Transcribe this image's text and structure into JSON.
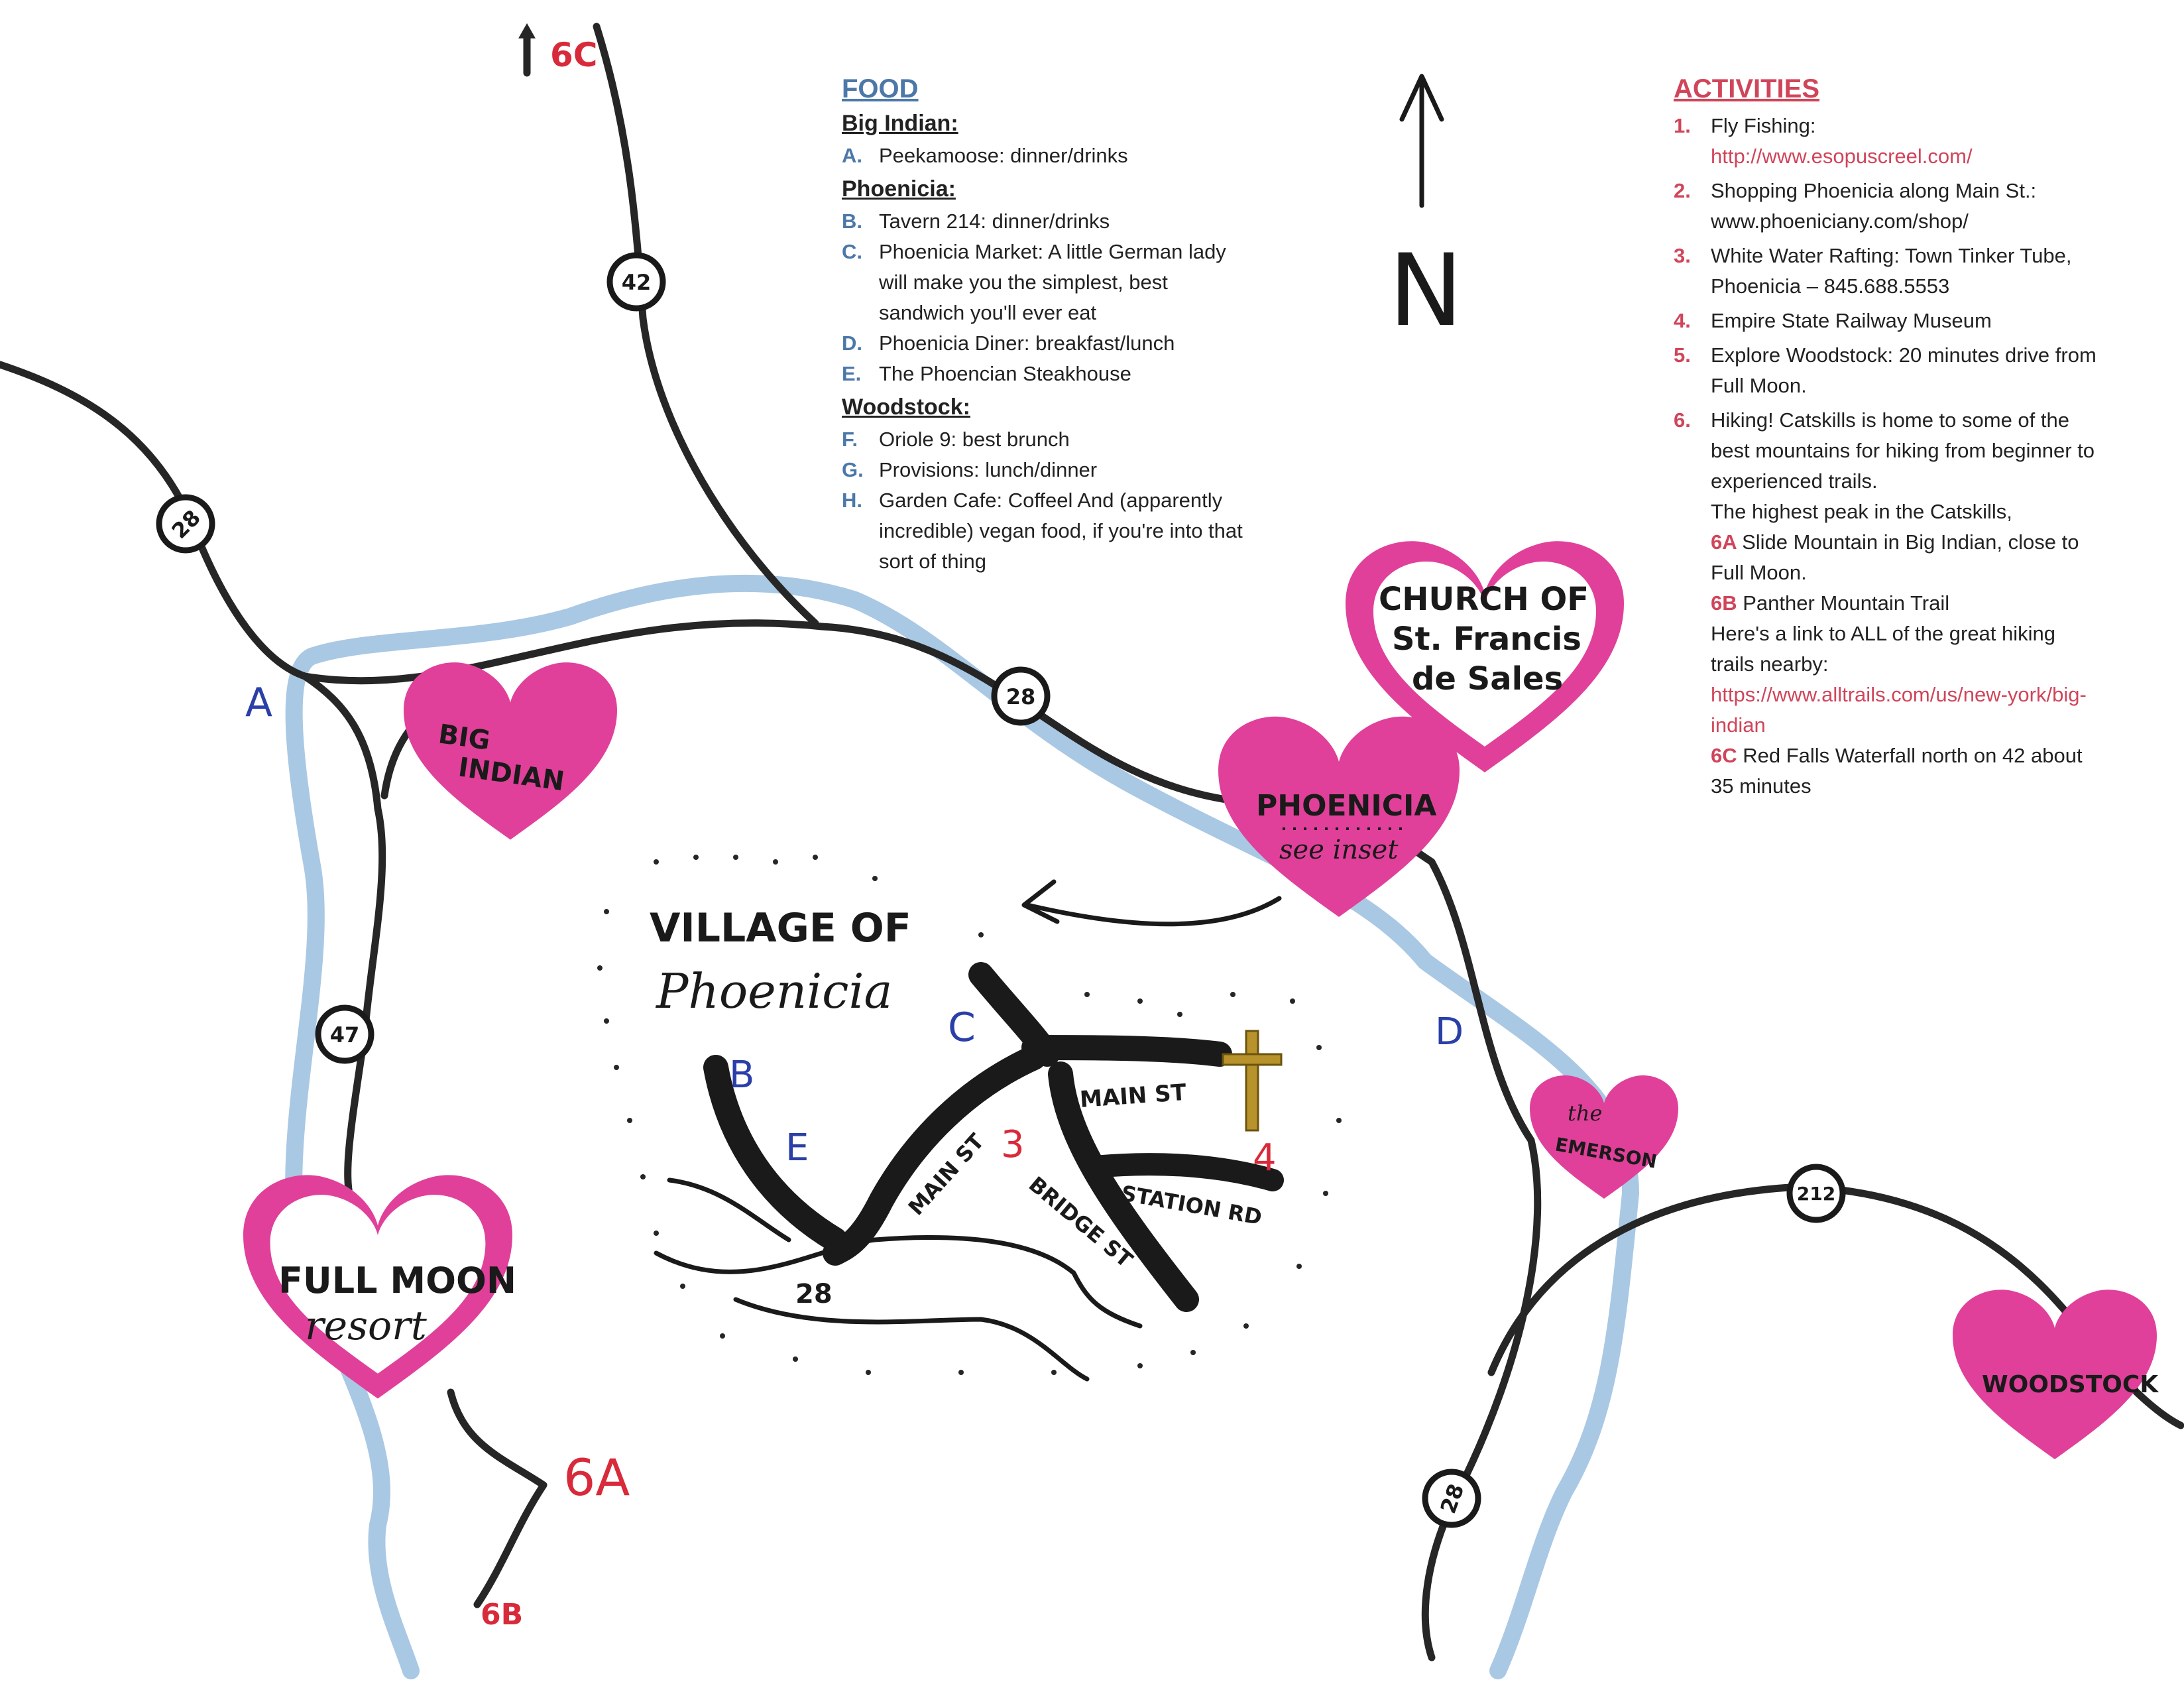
{
  "colors": {
    "heart": "#e0409a",
    "river": "#a9c8e4",
    "road": "#262626",
    "food_accent": "#4b78a8",
    "activity_accent": "#d0455a",
    "marker_blue": "#2b3fa8",
    "marker_red": "#d82a3a"
  },
  "food": {
    "title": "FOOD",
    "sections": [
      {
        "name": "Big Indian:",
        "items": [
          {
            "key": "A.",
            "text": "Peekamoose: dinner/drinks"
          }
        ]
      },
      {
        "name": "Phoenicia:",
        "items": [
          {
            "key": "B.",
            "text": "Tavern 214: dinner/drinks"
          },
          {
            "key": "C.",
            "text": "Phoenicia Market: A little German lady will make you the simplest, best sandwich you'll ever eat"
          },
          {
            "key": "D.",
            "text": "Phoenicia Diner: breakfast/lunch"
          },
          {
            "key": "E.",
            "text": "The Phoencian Steakhouse"
          }
        ]
      },
      {
        "name": "Woodstock:",
        "items": [
          {
            "key": "F.",
            "text": "Oriole 9: best brunch"
          },
          {
            "key": "G.",
            "text": "Provisions: lunch/dinner"
          },
          {
            "key": "H.",
            "text": "Garden Cafe: Coffeel And (apparently incredible) vegan food, if you're into that sort of thing"
          }
        ]
      }
    ]
  },
  "activities": {
    "title": "ACTIVITIES",
    "items": [
      {
        "key": "1.",
        "lines": [
          {
            "text": "Fly Fishing:"
          },
          {
            "text": "http://www.esopuscreel.com/",
            "link": true
          }
        ]
      },
      {
        "key": "2.",
        "lines": [
          {
            "text": "Shopping Phoenicia along Main St.: www.phoeniciany.com/shop/"
          }
        ]
      },
      {
        "key": "3.",
        "lines": [
          {
            "text": "White Water Rafting: Town Tinker Tube, Phoenicia – 845.688.5553"
          }
        ]
      },
      {
        "key": "4.",
        "lines": [
          {
            "text": "Empire State Railway Museum"
          }
        ]
      },
      {
        "key": "5.",
        "lines": [
          {
            "text": "Explore Woodstock: 20 minutes drive from Full Moon."
          }
        ]
      },
      {
        "key": "6.",
        "lines": [
          {
            "text": "Hiking! Catskills is home to some of the best mountains for hiking from beginner to experienced trails."
          },
          {
            "text": "The highest peak in the Catskills,"
          },
          {
            "tag": "6A",
            "text": "Slide Mountain in Big Indian, close to Full Moon."
          },
          {
            "tag": "6B",
            "text": "Panther Mountain Trail"
          },
          {
            "text": "Here's a link to ALL of the great hiking trails nearby:"
          },
          {
            "text": "https://www.alltrails.com/us/new-york/big-indian",
            "link": true
          },
          {
            "tag": "6C",
            "text": "Red Falls Waterfall north on 42 about 35 minutes"
          }
        ]
      }
    ]
  },
  "map": {
    "north": "N",
    "hearts": {
      "big_indian": [
        "BIG",
        "INDIAN"
      ],
      "church": [
        "CHURCH OF",
        "St. Francis",
        "de Sales"
      ],
      "phoenicia": [
        "PHOENICIA",
        "see inset"
      ],
      "emerson": [
        "the",
        "EMERSON"
      ],
      "full_moon": [
        "FULL MOON",
        "resort"
      ],
      "woodstock": [
        "WOODSTOCK"
      ]
    },
    "route_shields": {
      "r42": "42",
      "r28_west": "28",
      "r28_mid": "28",
      "r47": "47",
      "r212": "212",
      "r28_south": "28"
    },
    "markers": {
      "A": "A",
      "B": "B",
      "C": "C",
      "D": "D",
      "E": "E",
      "m3": "3",
      "m4": "4",
      "m6A": "6A",
      "m6B": "6B",
      "m6C": "6C"
    },
    "inset": {
      "title_1": "VILLAGE OF",
      "title_2": "Phoenicia",
      "main_st_1": "MAIN ST",
      "main_st_2": "MAIN ST",
      "bridge_st": "BRIDGE ST",
      "station_rd": "STATION RD",
      "route": "28"
    }
  }
}
